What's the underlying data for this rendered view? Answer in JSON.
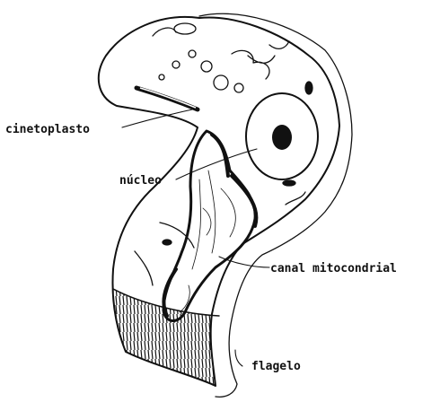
{
  "diagram": {
    "labels": {
      "kinetoplast": "cinetoplasto",
      "nucleus": "núcleo",
      "mito_canal": "canal mitocondrial",
      "flagellum": "flagelo"
    }
  }
}
